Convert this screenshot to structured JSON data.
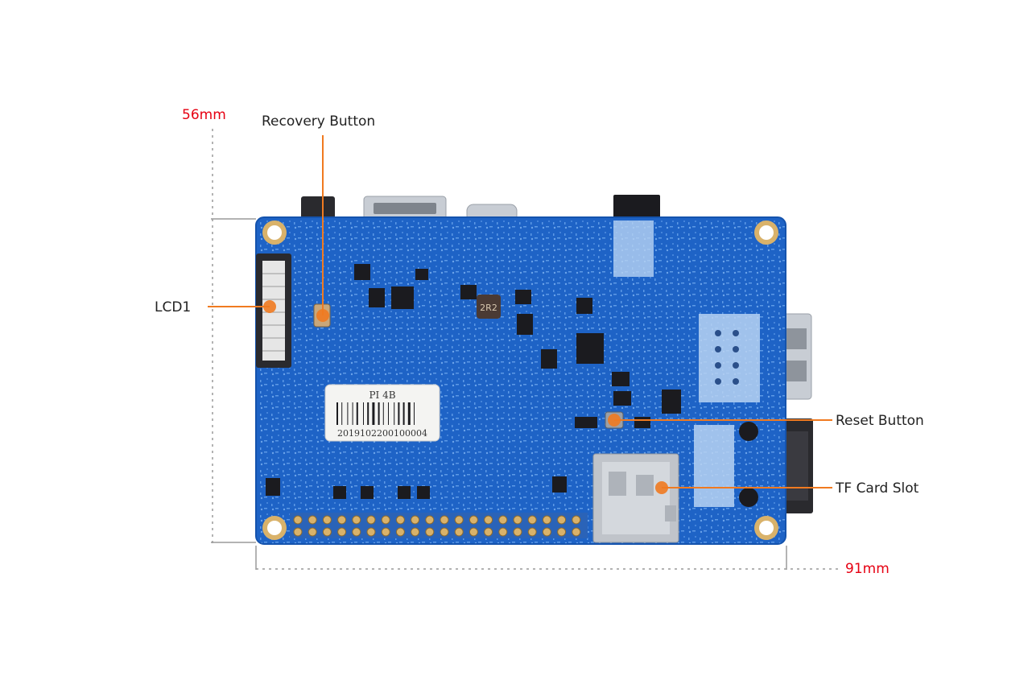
{
  "colors": {
    "board": "#1e63c6",
    "board_light": "#3f86e0",
    "board_edge": "#1453ad",
    "leader": "#f07a20",
    "dimension_text": "#e60012",
    "dimension_line": "#9a9a9a",
    "pad": "#d9b26a",
    "connector_metal": "#c8cdd4",
    "chip": "#1b1b1f"
  },
  "callouts": {
    "recovery_button": "Recovery Button",
    "lcd1": "LCD1",
    "reset_button": "Reset Button",
    "tf_card_slot": "TF Card Slot"
  },
  "dimensions": {
    "height": "56mm",
    "width": "91mm"
  },
  "board_markings": {
    "model": "PI   4B",
    "serial": "2019102200100004",
    "inductor": "2R2"
  }
}
